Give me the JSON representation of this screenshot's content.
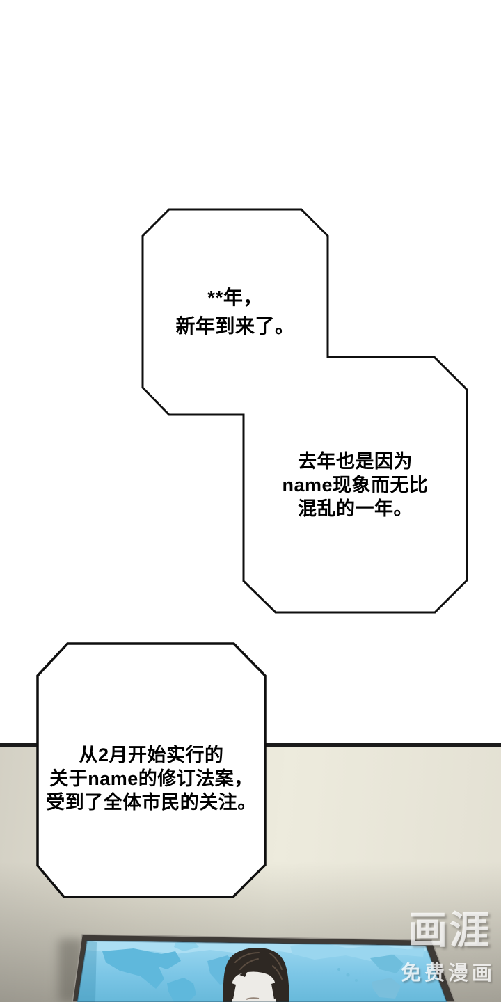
{
  "bubbles": [
    {
      "lines": [
        "**年，",
        "新年到来了。"
      ]
    },
    {
      "lines": [
        "去年也是因为",
        "name现象而无比",
        "混乱的一年。"
      ]
    },
    {
      "lines": [
        "从2月开始实行的",
        "关于name的修订法案，",
        "受到了全体市民的关注。"
      ]
    }
  ],
  "watermark": {
    "logo": "画涯",
    "tagline": "免费漫画"
  },
  "colors": {
    "page_background": "#ffffff",
    "panel_divider": "#1b1b1b",
    "wall_light": "#edebdd",
    "wall_dark": "#a49f98",
    "bubble_fill": "#ffffff",
    "bubble_border": "#0f0f0f",
    "tv_frame": "#3e3a36",
    "screen_ocean": "#84cde9",
    "screen_map": "#5fb8dc",
    "screen_light": "#abdef3",
    "anchor_hair": "#2e2823",
    "anchor_face": "#edebe7"
  }
}
